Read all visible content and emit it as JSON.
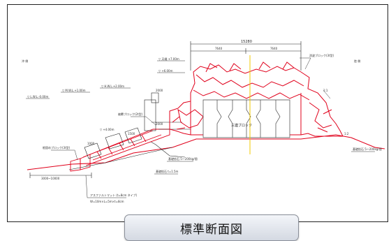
{
  "caption": "標準断面図",
  "drawing": {
    "center_block_label": "三連ブロック",
    "dim_total": "15280",
    "dim_left_half": "7640",
    "dim_right_half": "7640",
    "left_side_label": "沖 側",
    "right_side_label": "陸 側",
    "levels": {
      "hwl": "▽ H.W.L.+2.00m",
      "mwl": "▽ M.W.L.+1.00m",
      "lwl": "▽ L.W.L.-0.00m",
      "crest": "▽ 天端 +7.00m",
      "mid": "▽ +6.00m",
      "slope_top": "▽ +4.00m"
    },
    "annotations": {
      "wave_block_top": "消波ブロック(3t型)",
      "wave_block_bottom": "根固めブロック(3t型)",
      "covering_block": "被覆ブロック(2t型)",
      "asphalt_mat": "アスファルトマット (t=8cm タイプ)",
      "asphalt_mat_size": "W=10m×L=5m×t=8cm",
      "rubble_base_left": "基礎捨石 5～200kg/個",
      "rubble_mound": "基礎捨石 t=1.5m",
      "rubble_base_right": "基礎捨石 5～200kg/個"
    },
    "dims_small": {
      "d2000a": "2000",
      "d2000b": "2000",
      "d1000": "1000",
      "d1500": "1500",
      "d3000": "3000~10000",
      "d1_1": "1:1",
      "d1_2": "1:2"
    }
  }
}
